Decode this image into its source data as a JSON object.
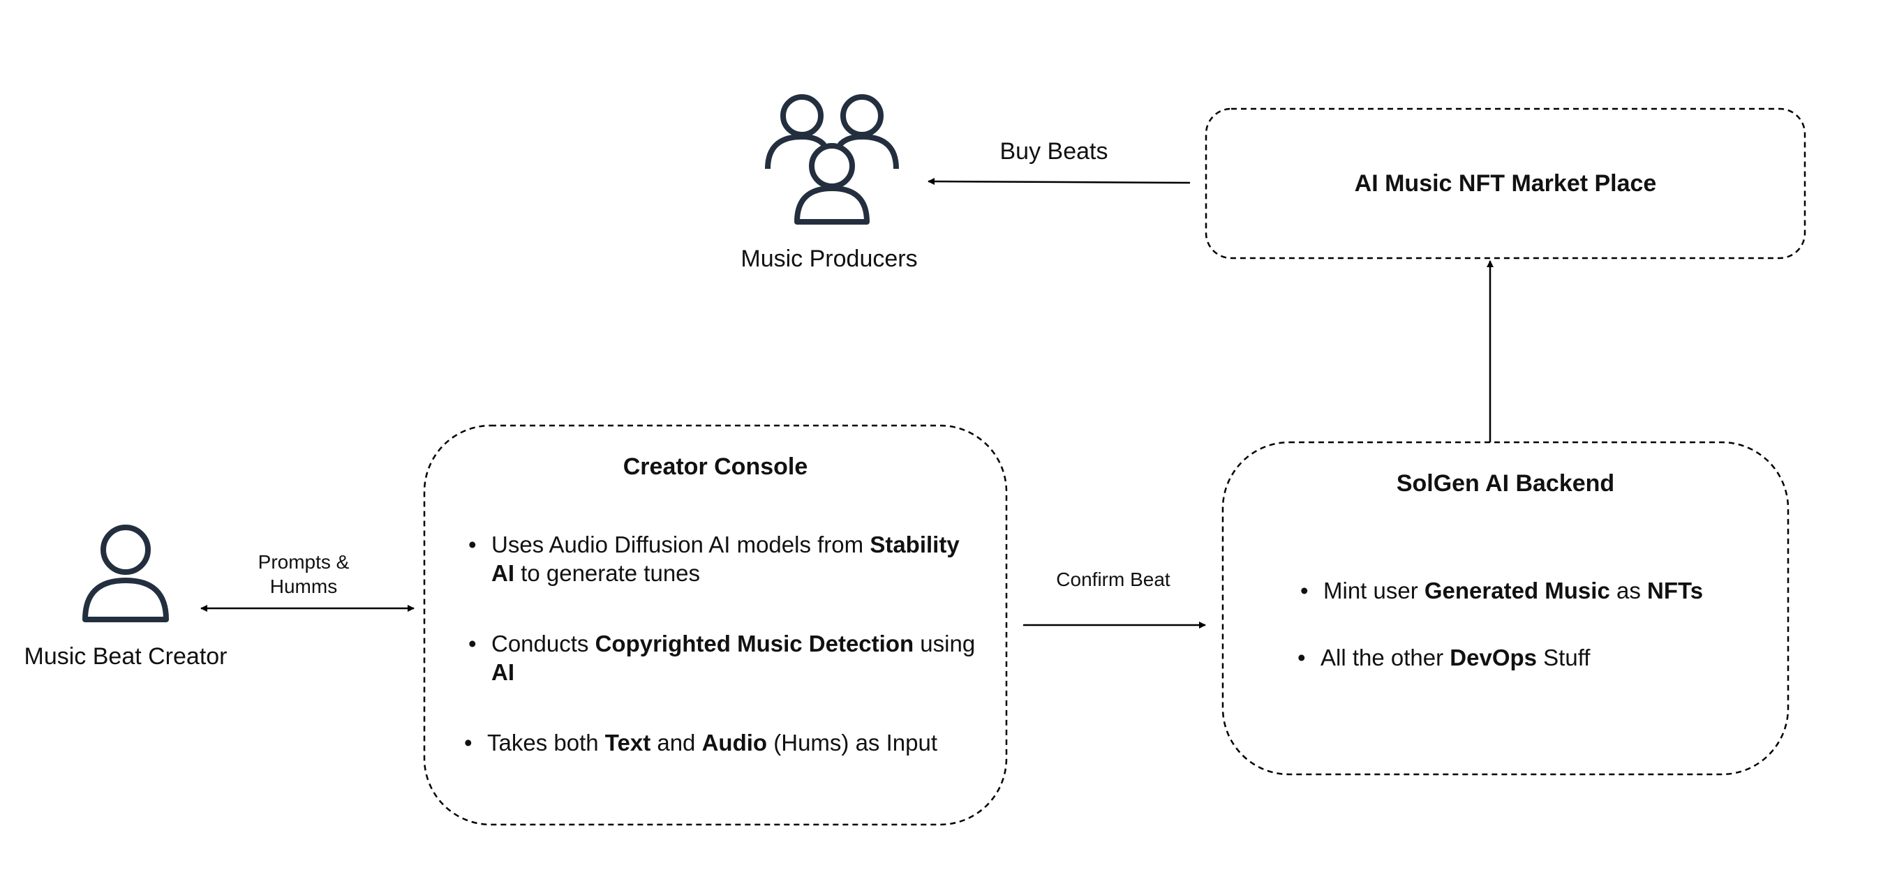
{
  "actors": {
    "producers": {
      "label": "Music Producers",
      "icon": "users-group-icon"
    },
    "creator": {
      "label": "Music Beat Creator",
      "icon": "user-icon"
    }
  },
  "marketplace": {
    "title": "AI Music NFT Market Place"
  },
  "console": {
    "title": "Creator Console",
    "bullets": [
      {
        "p1": "Uses Audio Diffusion AI models from ",
        "b1": "Stability",
        "b2": "AI",
        "p2": " to generate tunes"
      },
      {
        "p1": "Conducts ",
        "b1": "Copyrighted Music Detection",
        "p2": " using",
        "b2": "AI"
      },
      {
        "p1": "Takes both ",
        "b1": "Text",
        "p2": " and ",
        "b2": "Audio",
        "p3": " (Hums) as Input"
      }
    ]
  },
  "backend": {
    "title": "SolGen AI Backend",
    "bullets": [
      {
        "p1": "Mint user ",
        "b1": "Generated Music",
        "p2": " as ",
        "b2": "NFTs"
      },
      {
        "p1": "All the other ",
        "b1": "DevOps",
        "p2": " Stuff"
      }
    ]
  },
  "edges": {
    "buy_beats": "Buy Beats",
    "prompts_line1": "Prompts &",
    "prompts_line2": "Humms",
    "confirm_beat": "Confirm Beat"
  },
  "colors": {
    "icon_stroke": "#232f3e",
    "line": "#000000",
    "text": "#111111"
  }
}
